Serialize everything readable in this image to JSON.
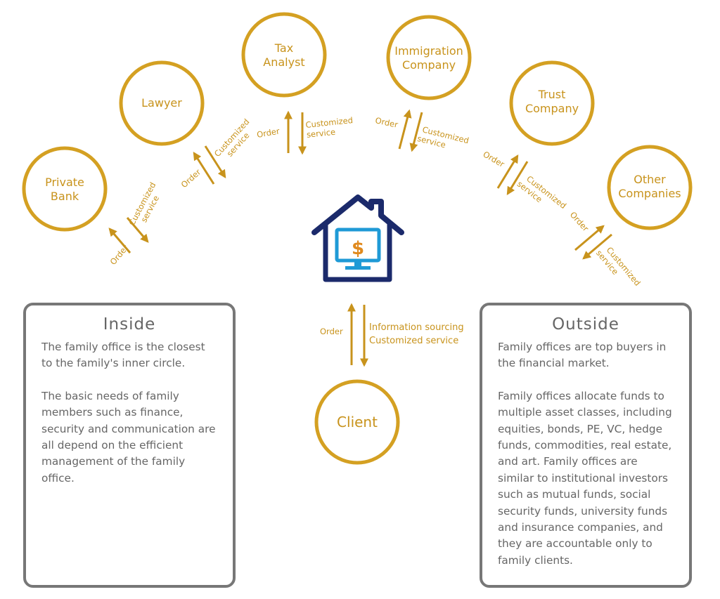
{
  "nodes": {
    "private_bank": [
      "Private",
      "Bank"
    ],
    "lawyer": [
      "Lawyer"
    ],
    "tax_analyst": [
      "Tax",
      "Analyst"
    ],
    "immigration_company": [
      "Immigration",
      "Company"
    ],
    "trust_company": [
      "Trust",
      "Company"
    ],
    "other_companies": [
      "Other",
      "Companies"
    ],
    "client": [
      "Client"
    ]
  },
  "labels": {
    "order": "Order",
    "customized": "Customized",
    "service": "service",
    "information_sourcing": "Information sourcing",
    "customized_service": "Customized service"
  },
  "colors": {
    "accent": "#d4a022",
    "text_accent": "#c8931c",
    "house_navy": "#1b2a6b",
    "house_blue": "#1f9ad6",
    "box_border": "#777777"
  },
  "icons": {
    "center": "house-monitor-dollar-icon"
  },
  "inside": {
    "title": "Inside",
    "paragraphs": [
      "The family office is the closest to the family's inner circle.",
      "The basic needs of family members such as finance, security and communication are all depend on the efficient management of the family office."
    ]
  },
  "outside": {
    "title": "Outside",
    "paragraphs": [
      "Family offices are top buyers in the financial market.",
      "Family offices allocate funds to multiple asset classes, including equities, bonds, PE, VC, hedge funds, commodities, real estate, and art. Family offices are similar to institutional investors such as mutual funds, social security funds, university funds and insurance companies, and they are accountable only to family clients."
    ]
  }
}
